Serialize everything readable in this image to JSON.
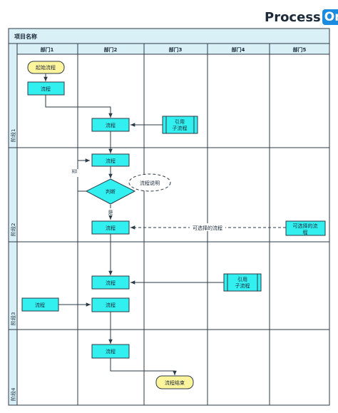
{
  "logo": {
    "text": "Process",
    "badge": "On"
  },
  "project_title": "项目名称",
  "departments": [
    "部门1",
    "部门2",
    "部门3",
    "部门4",
    "部门5"
  ],
  "stages": [
    "阶段1",
    "阶段2",
    "阶段3",
    "阶段4"
  ],
  "nodes": {
    "start": "起始流程",
    "stage1_dept1": "流程",
    "stage1_dept2": "流程",
    "subprocess1": [
      "引用",
      "子流程"
    ],
    "stage2_dept2": "流程",
    "note": "流程说明",
    "decision": "判断",
    "decision_yes_process": "流程",
    "optional_process": [
      "可选择的流",
      "程"
    ],
    "subprocess2": [
      "引用",
      "子流程"
    ],
    "stage3_dept2_a": "流程",
    "stage3_dept1": "流程",
    "stage3_dept2_b": "流程",
    "stage4_dept2": "流程",
    "end": "流程结束"
  },
  "edge_labels": {
    "no": "否",
    "yes": "是",
    "optional": "可选择的流程"
  },
  "colors": {
    "header_fill": "#d9f0f7",
    "process_fill": "#33f0f0",
    "terminator_fill": "#fff59d",
    "line": "#2b3a46"
  }
}
